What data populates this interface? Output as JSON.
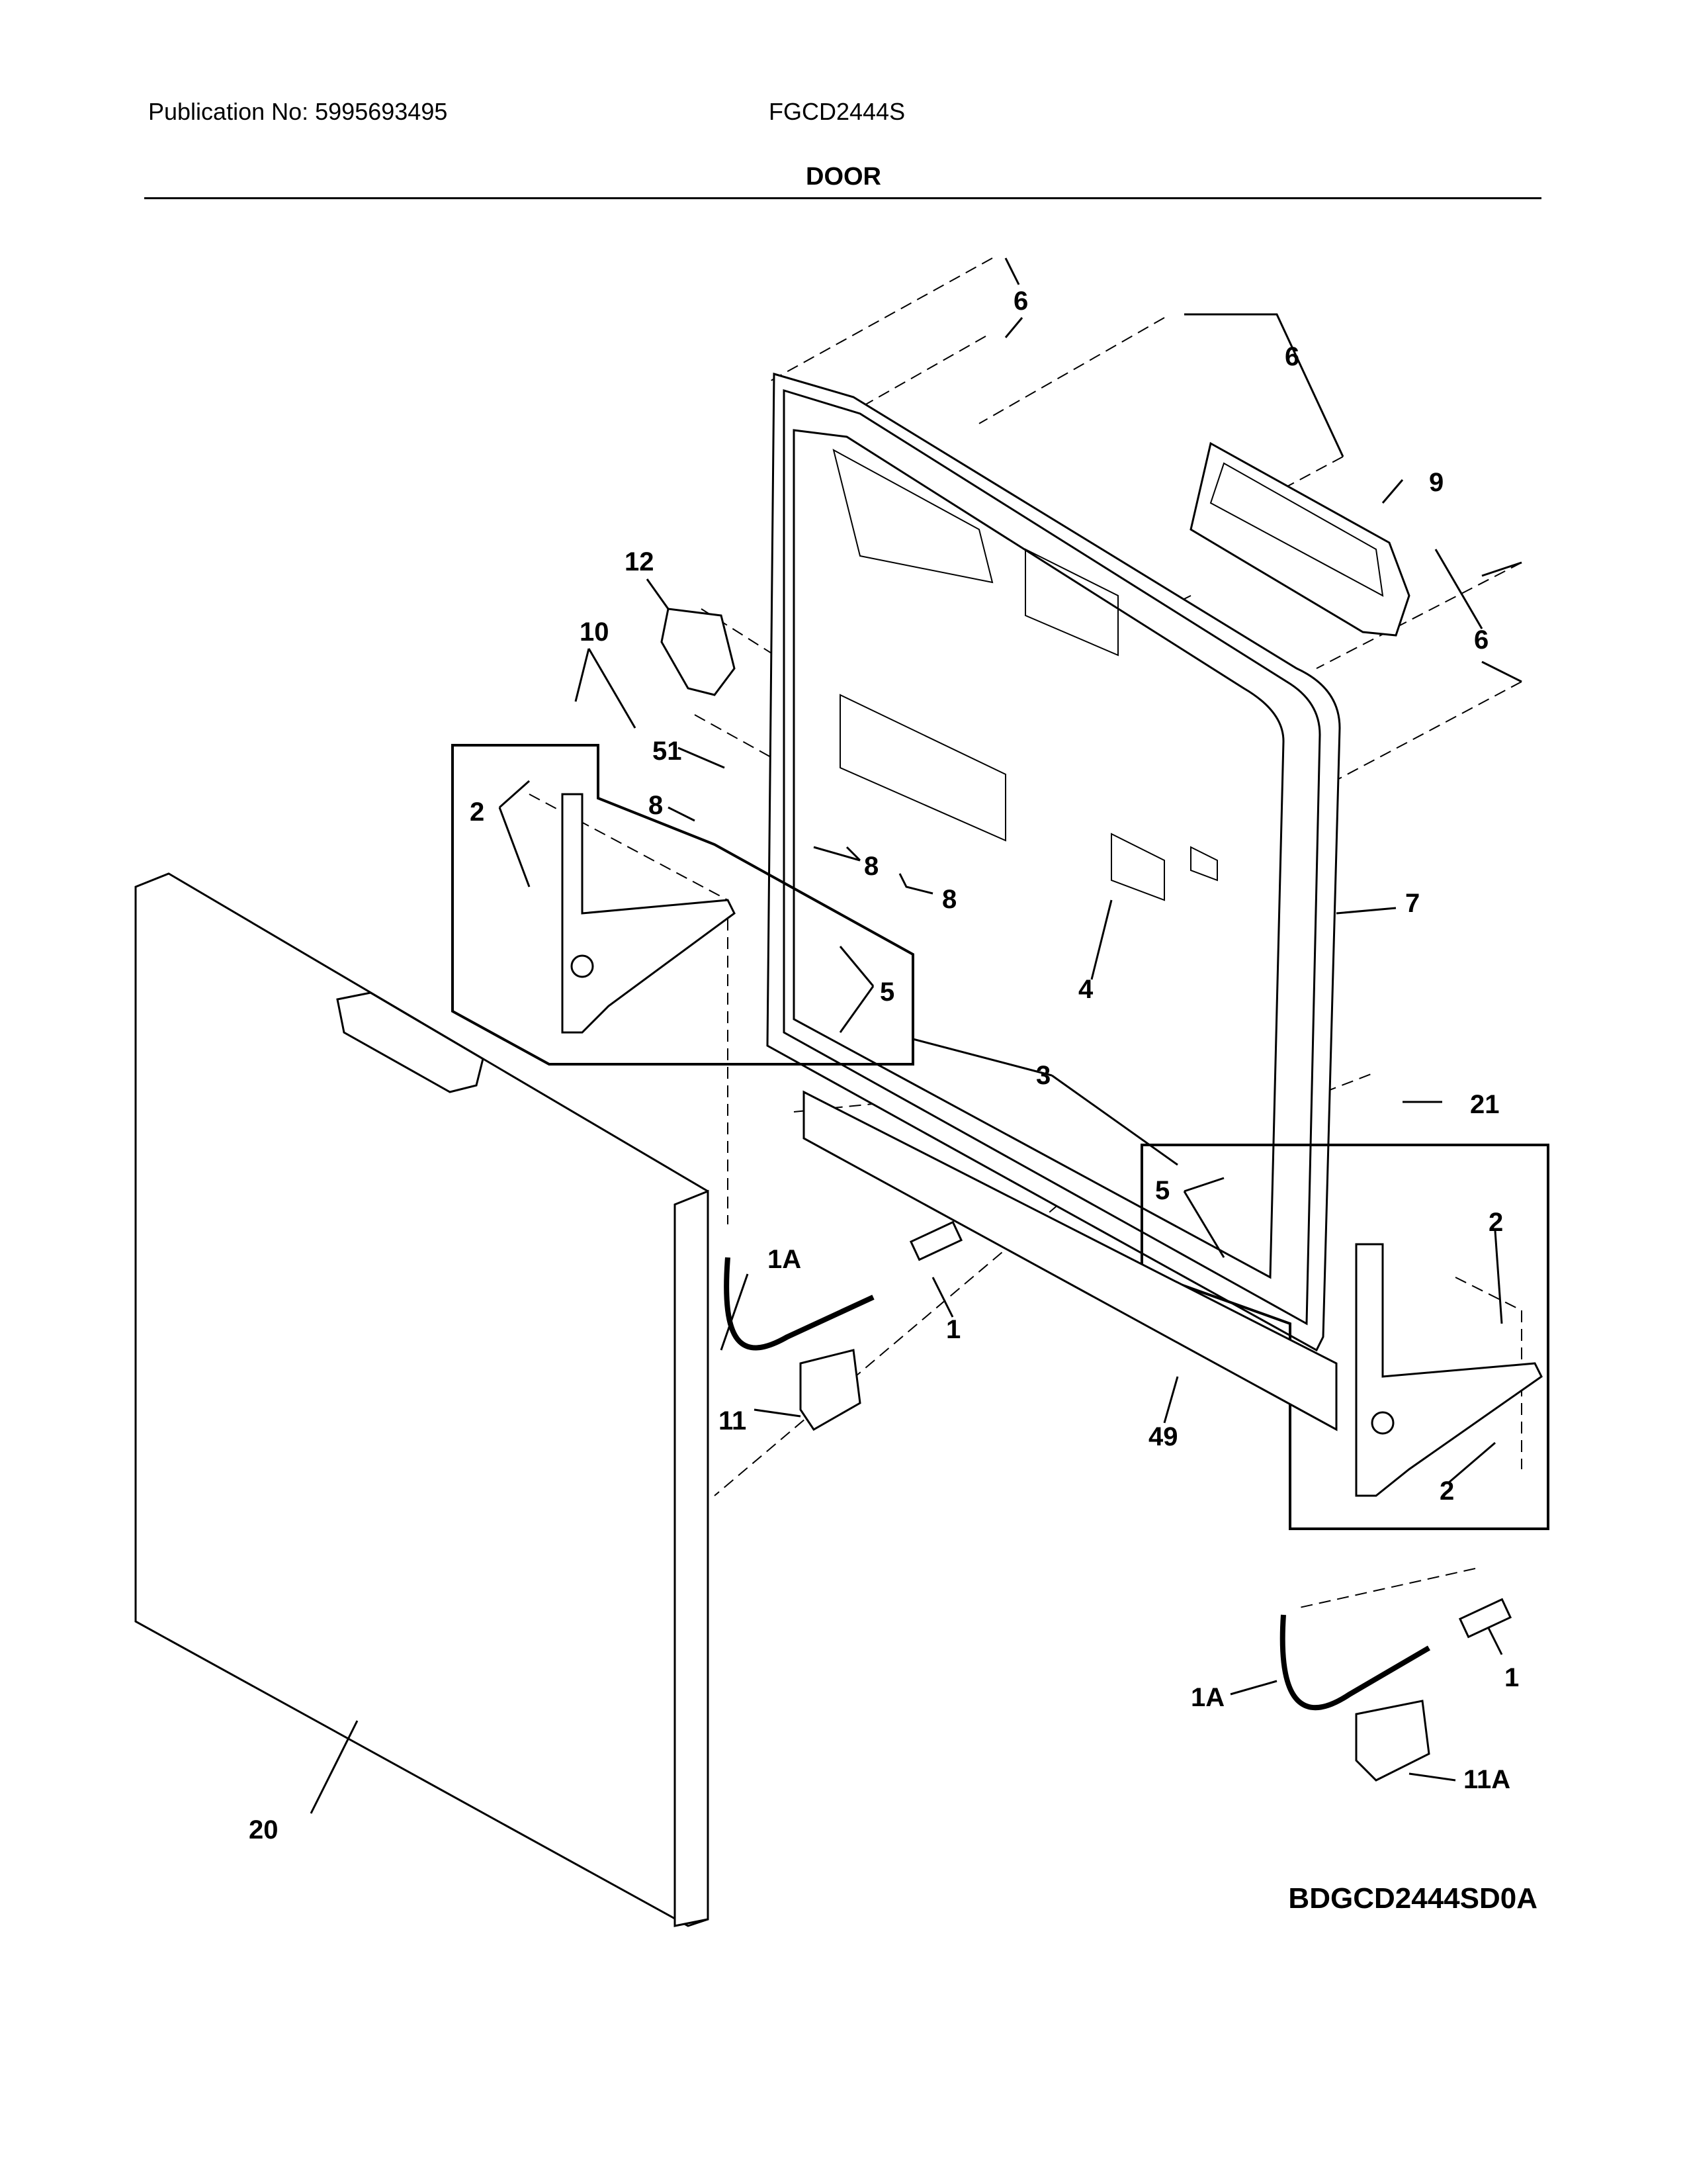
{
  "header": {
    "publication": "Publication No: 5995693495",
    "model": "FGCD2444S",
    "section": "DOOR"
  },
  "callouts": [
    "6",
    "6",
    "9",
    "6",
    "12",
    "10",
    "51",
    "8",
    "8",
    "8",
    "2",
    "7",
    "4",
    "5",
    "3",
    "21",
    "5",
    "2",
    "1A",
    "1",
    "11",
    "49",
    "2",
    "1A",
    "1",
    "11A",
    "20"
  ],
  "diagram_code": "BDGCD2444SD0A"
}
